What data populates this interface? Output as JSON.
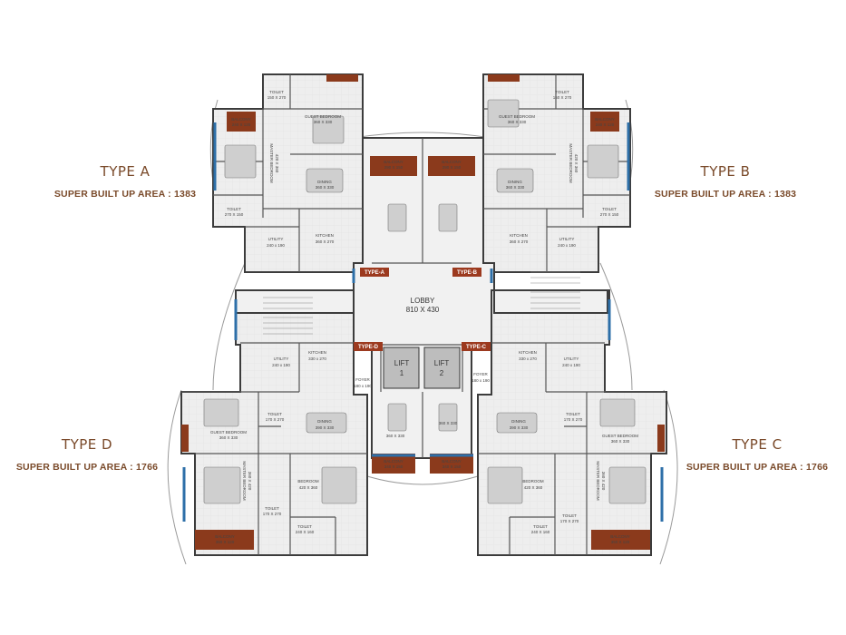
{
  "types": {
    "a": {
      "title": "TYPE A",
      "area": "SUPER BUILT UP AREA : 1383"
    },
    "b": {
      "title": "TYPE B",
      "area": "SUPER BUILT UP AREA : 1383"
    },
    "d": {
      "title": "TYPE D",
      "area": "SUPER BUILT UP AREA : 1766"
    },
    "c": {
      "title": "TYPE C",
      "area": "SUPER BUILT UP AREA : 1766"
    }
  },
  "tags": {
    "a": "TYPE-A",
    "b": "TYPE-B",
    "c": "TYPE-C",
    "d": "TYPE-D"
  },
  "lobby": {
    "name": "LOBBY",
    "size": "810 X 430"
  },
  "lifts": {
    "lift1_name": "LIFT",
    "lift1_num": "1",
    "lift2_name": "LIFT",
    "lift2_num": "2"
  },
  "rooms": {
    "a_toilet1": [
      "TOILET",
      "150 X 270"
    ],
    "a_balcony1": [
      "BALCONY",
      "240 X 120"
    ],
    "a_guest": [
      "GUEST BEDROOM",
      "360 X 330"
    ],
    "a_master": [
      "MASTER BEDROOM",
      "420 X 360"
    ],
    "a_dining": [
      "DINING",
      "360 X 330"
    ],
    "a_balcony2": [
      "BALCONY",
      "290 X 150"
    ],
    "a_toilet2": [
      "TOILET",
      "270 X 150"
    ],
    "a_utility": [
      "UTILITY",
      "240 x 190"
    ],
    "a_kitchen": [
      "KITCHEN",
      "360 X 270"
    ],
    "b_toilet1": [
      "TOILET",
      "150 X 270"
    ],
    "b_balcony1": [
      "BALCONY",
      "240 X 120"
    ],
    "b_guest": [
      "GUEST BEDROOM",
      "360 X 330"
    ],
    "b_master": [
      "MASTER BEDROOM",
      "420 X 360"
    ],
    "b_dining": [
      "DINING",
      "360 X 330"
    ],
    "b_balcony2": [
      "BALCONY",
      "290 X 150"
    ],
    "b_toilet2": [
      "TOILET",
      "270 X 150"
    ],
    "b_utility": [
      "UTILITY",
      "240 x 190"
    ],
    "b_kitchen": [
      "KITCHEN",
      "360 X 270"
    ],
    "d_utility": [
      "UTILITY",
      "240 x 190"
    ],
    "d_kitchen": [
      "KITCHEN",
      "330 x 270"
    ],
    "d_foyer": [
      "FOYER",
      "180 x 190"
    ],
    "d_toilet1": [
      "TOILET",
      "170 X 270"
    ],
    "d_guest": [
      "GUEST BEDROOM",
      "360 X 330"
    ],
    "d_dining": [
      "DINING",
      "390 X 330"
    ],
    "d_living": [
      "",
      "360 X 330"
    ],
    "d_master": [
      "MASTER BEDROOM",
      "360 X 420"
    ],
    "d_toilet2": [
      "TOILET",
      "170 X 270"
    ],
    "d_bedroom": [
      "BEDROOM",
      "420 X 360"
    ],
    "d_toilet3": [
      "TOILET",
      "240 X 160"
    ],
    "d_balcony1": [
      "BALCONY",
      "350 X 120"
    ],
    "d_balcony2": [
      "BALCONY",
      "340 X 150"
    ],
    "c_utility": [
      "UTILITY",
      "240 x 190"
    ],
    "c_kitchen": [
      "KITCHEN",
      "330 x 270"
    ],
    "c_foyer": [
      "FOYER",
      "180 x 190"
    ],
    "c_toilet1": [
      "TOILET",
      "170 X 270"
    ],
    "c_guest": [
      "GUEST BEDROOM",
      "360 X 330"
    ],
    "c_dining": [
      "DINING",
      "390 X 330"
    ],
    "c_living": [
      "",
      "360 X 330"
    ],
    "c_master": [
      "MASTER BEDROOM",
      "360 X 420"
    ],
    "c_toilet2": [
      "TOILET",
      "170 X 270"
    ],
    "c_bedroom": [
      "BEDROOM",
      "420 X 360"
    ],
    "c_toilet3": [
      "TOILET",
      "240 X 160"
    ],
    "c_balcony1": [
      "BALCONY",
      "350 X 120"
    ],
    "c_balcony2": [
      "BALCONY",
      "340 X 150"
    ]
  },
  "colors": {
    "label_brown": "#7a4a2a",
    "tag_red": "#9c3a1f",
    "wall": "#3c3c3c",
    "floor": "#ececec",
    "balcony": "#8b3a1c",
    "window": "#2d6fa8"
  }
}
